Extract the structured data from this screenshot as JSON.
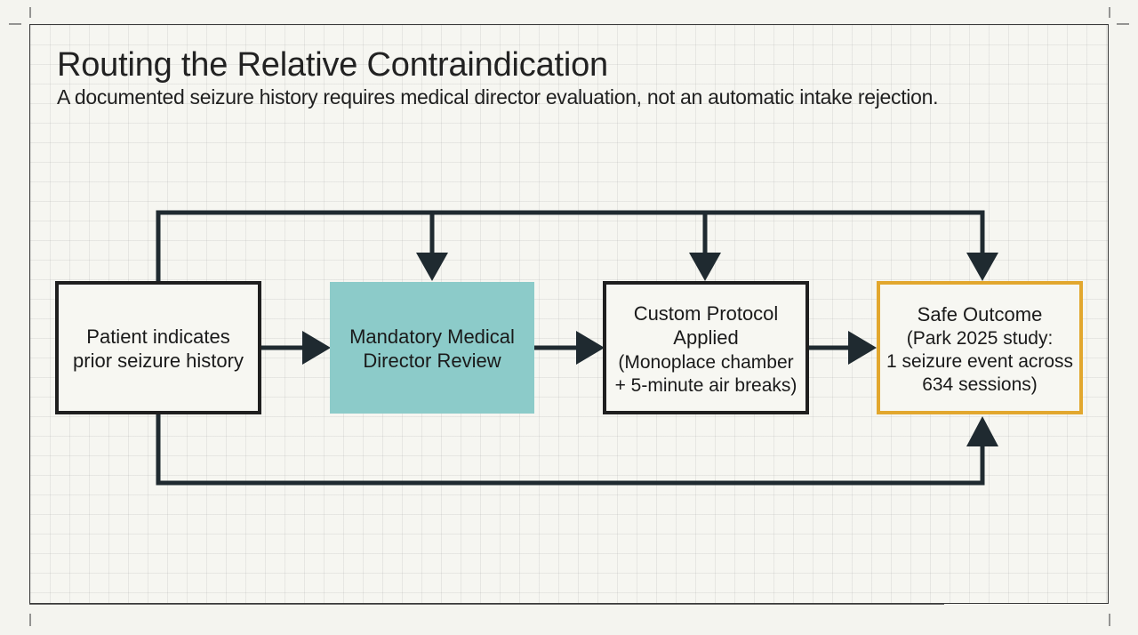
{
  "header": {
    "title": "Routing the Relative Contraindication",
    "subtitle": "A documented seizure history requires medical director evaluation, not an automatic intake rejection."
  },
  "nodes": {
    "patient": {
      "line1": "Patient indicates",
      "line2": "prior seizure history"
    },
    "review": {
      "line1": "Mandatory Medical",
      "line2": "Director Review"
    },
    "protocol": {
      "line1": "Custom Protocol",
      "line2": "Applied",
      "line3": "(Monoplace chamber",
      "line4": "+ 5-minute air breaks)"
    },
    "outcome": {
      "line1": "Safe Outcome",
      "line2": "(Park 2025 study:",
      "line3": "1 seizure event across",
      "line4": "634 sessions)"
    }
  },
  "colors": {
    "line": "#1f2a30",
    "review_fill": "#8ccbc9",
    "outcome_border": "#e2a72e",
    "box_border": "#1f1f1f",
    "box_fill": "#f7f7f2"
  }
}
